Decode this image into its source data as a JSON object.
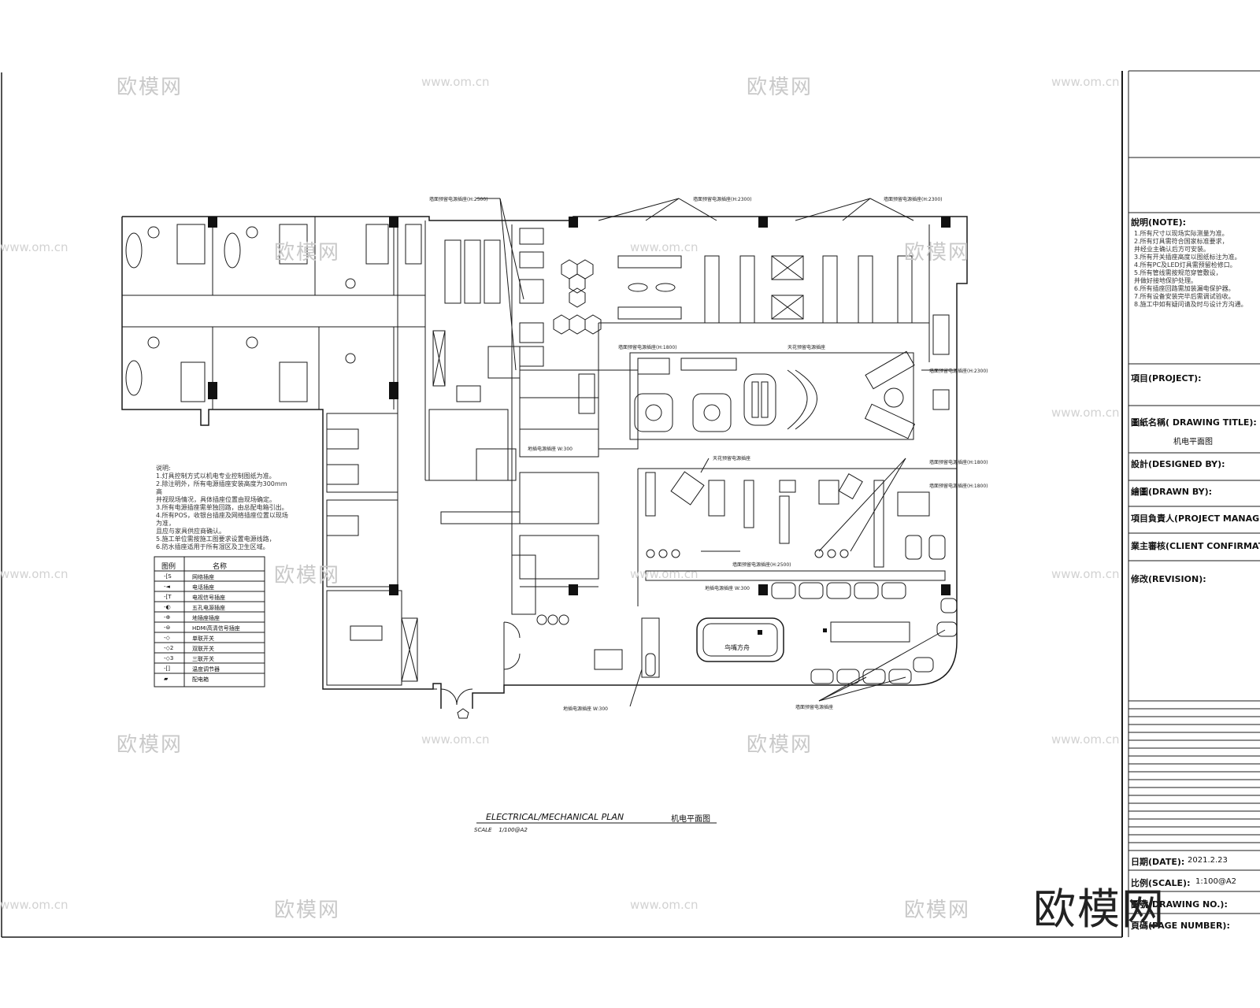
{
  "watermarks": {
    "brand": "欧模网",
    "url": "www.om.cn"
  },
  "plan": {
    "title_en": "ELECTRICAL/MECHANICAL PLAN",
    "title_cn": "机电平面图",
    "scale_label": "SCALE",
    "scale_value": "1/100@A2"
  },
  "title_block": {
    "notes_header": "說明(NOTE):",
    "notes": [
      "1.所有尺寸以现场实际测量为准。",
      "2.所有灯具需符合国家标准要求，",
      "  并经业主确认后方可安装。",
      "3.所有开关插座高度以图纸标注为准。",
      "4.所有PC及LED灯具需预留检修口。",
      "5.所有管线需按规范穿管敷设，",
      "  并做好接地保护处理。",
      "6.所有插座回路需加装漏电保护器。",
      "7.所有设备安装完毕后需调试验收。",
      "8.施工中如有疑问请及时与设计方沟通。"
    ],
    "project_label": "項目(PROJECT):",
    "drawing_title_label": "圖紙名稱( DRAWING TITLE):",
    "drawing_title_value": "机电平面图",
    "designed_by_label": "設計(DESIGNED BY):",
    "drawn_by_label": "繪圖(DRAWN BY):",
    "project_manager_label": "項目負責人(PROJECT MANAGER):",
    "client_confirmation_label": "業主審核(CLIENT CONFIRMATION):",
    "revision_label": "修改(REVISION):",
    "date_label": "日期(DATE):",
    "date_value": "2021.2.23",
    "scale_label": "比例(SCALE):",
    "scale_value": "1:100@A2",
    "drawing_no_label": "圖號(DRAWING NO.):",
    "page_number_label": "頁碼(PAGE NUMBER):"
  },
  "left_notes": {
    "header": "说明:",
    "lines": [
      "1.灯具控制方式以机电专业控制图纸为准。",
      "2.除注明外，所有电源插座安装高度为300mm高",
      "  并视现场情况，具体插座位置由现场确定。",
      "3.所有电源插座需单独回路，由总配电箱引出。",
      "4.所有POS，收银台插座及网络插座位置以现场为准，",
      "  且应与家具供应商确认。",
      "5.施工单位需按施工图要求设置电源线路，",
      "6.防水插座适用于所有湿区及卫生区域。"
    ]
  },
  "legend": {
    "col_symbol": "图例",
    "col_name": "名称",
    "rows": [
      {
        "symbol": "-[S",
        "name": "网络插座"
      },
      {
        "symbol": "-◄",
        "name": "电话插座"
      },
      {
        "symbol": "-[T",
        "name": "电视信号插座"
      },
      {
        "symbol": "-◐",
        "name": "五孔电源插座"
      },
      {
        "symbol": "-⊕",
        "name": "地插座插座"
      },
      {
        "symbol": "-⊜",
        "name": "HDMI高清信号插座"
      },
      {
        "symbol": "-◇",
        "name": "单联开关"
      },
      {
        "symbol": "-◇2",
        "name": "双联开关"
      },
      {
        "symbol": "-◇3",
        "name": "三联开关"
      },
      {
        "symbol": "-[]",
        "name": "温度调节器"
      },
      {
        "symbol": "▰",
        "name": "配电箱"
      }
    ]
  },
  "annotations": {
    "wall_socket_h2500": "墙面预留电源插座(H:2500)",
    "wall_socket_h2300_a": "墙面预留电源插座(H:2300)",
    "wall_socket_h2300_b": "墙面预留电源插座(H:2300)",
    "wall_socket_h1800": "墙面预留电源插座(H:1800)",
    "wall_socket_h1800_b": "墙面预留电源插座(H:1800)",
    "wall_socket_h1800_c": "墙面预留电源插座(H:1800)",
    "floor_socket": "地插电源插座 W:300",
    "ceiling_socket": "天花预留电源插座",
    "pool_socket": "墙面预留电源插座",
    "pool_label": "鸟嘴方舟",
    "wall_socket_h2500_b": "墙面预留电源插座(H:2500)",
    "floor_socket_b": "地插电源插座 W:300",
    "floor_socket_c": "地插电源插座 W:300",
    "ceiling_socket_b": "天花预留电源插座",
    "wall_socket_h2300_c": "墙面预留电源插座(H:2300)"
  },
  "colors": {
    "line": "#1a1a1a",
    "watermark": "#c9c9c9",
    "background": "#ffffff"
  }
}
